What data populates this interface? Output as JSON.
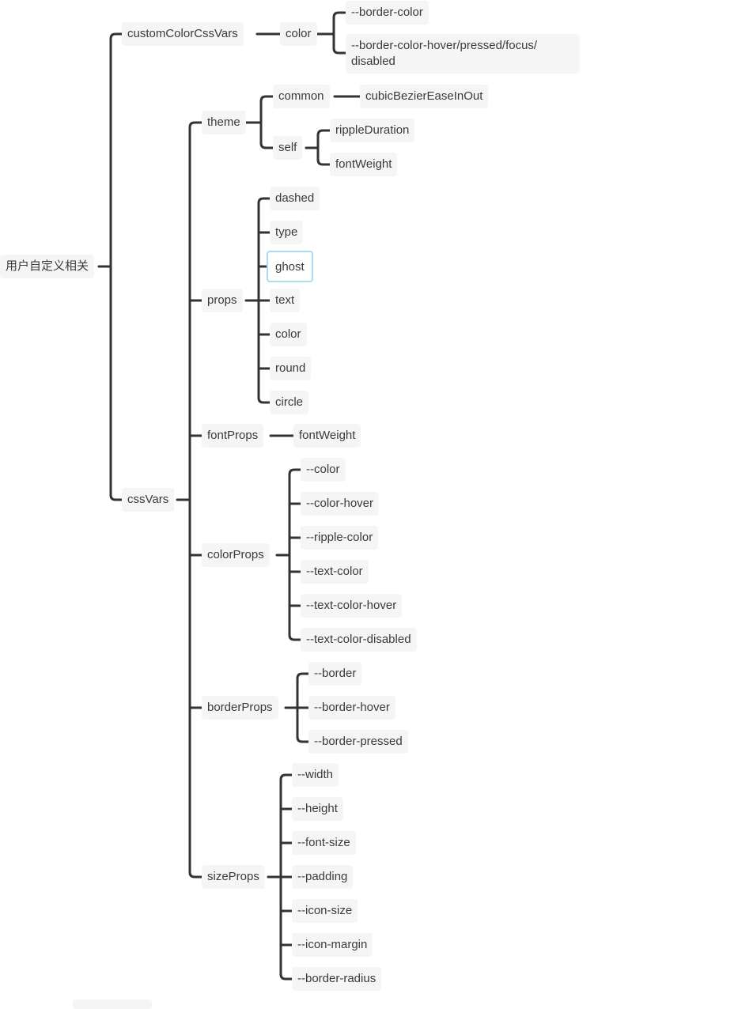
{
  "mindmap": {
    "root": "用户自定义相关",
    "nodes": {
      "customColorCssVars": "customColorCssVars",
      "ccv_color": "color",
      "border_color": "--border-color",
      "border_color_states": "--border-color-hover/pressed/focus/ disabled",
      "cssVars": "cssVars",
      "theme": "theme",
      "common": "common",
      "cubic": "cubicBezierEaseInOut",
      "self": "self",
      "rippleDuration": "rippleDuration",
      "theme_fontWeight": "fontWeight",
      "props": "props",
      "dashed": "dashed",
      "type": "type",
      "ghost": "ghost",
      "text": "text",
      "props_color": "color",
      "round": "round",
      "circle": "circle",
      "fontProps": "fontProps",
      "fp_fontWeight": "fontWeight",
      "colorProps": "colorProps",
      "cp_color": "--color",
      "cp_color_hover": "--color-hover",
      "cp_ripple": "--ripple-color",
      "cp_text": "--text-color",
      "cp_text_hover": "--text-color-hover",
      "cp_text_disabled": "--text-color-disabled",
      "borderProps": "borderProps",
      "bp_border": "--border",
      "bp_hover": "--border-hover",
      "bp_pressed": "--border-pressed",
      "sizeProps": "sizeProps",
      "sp_width": "--width",
      "sp_height": "--height",
      "sp_font": "--font-size",
      "sp_padding": "--padding",
      "sp_icon": "--icon-size",
      "sp_icon_margin": "--icon-margin",
      "sp_radius": "--border-radius"
    },
    "selected": "ghost",
    "colors": {
      "line": "#333333",
      "node_bg": "#f5f5f5",
      "text": "#3a3a3a",
      "selection": "#a8dcf3"
    }
  }
}
